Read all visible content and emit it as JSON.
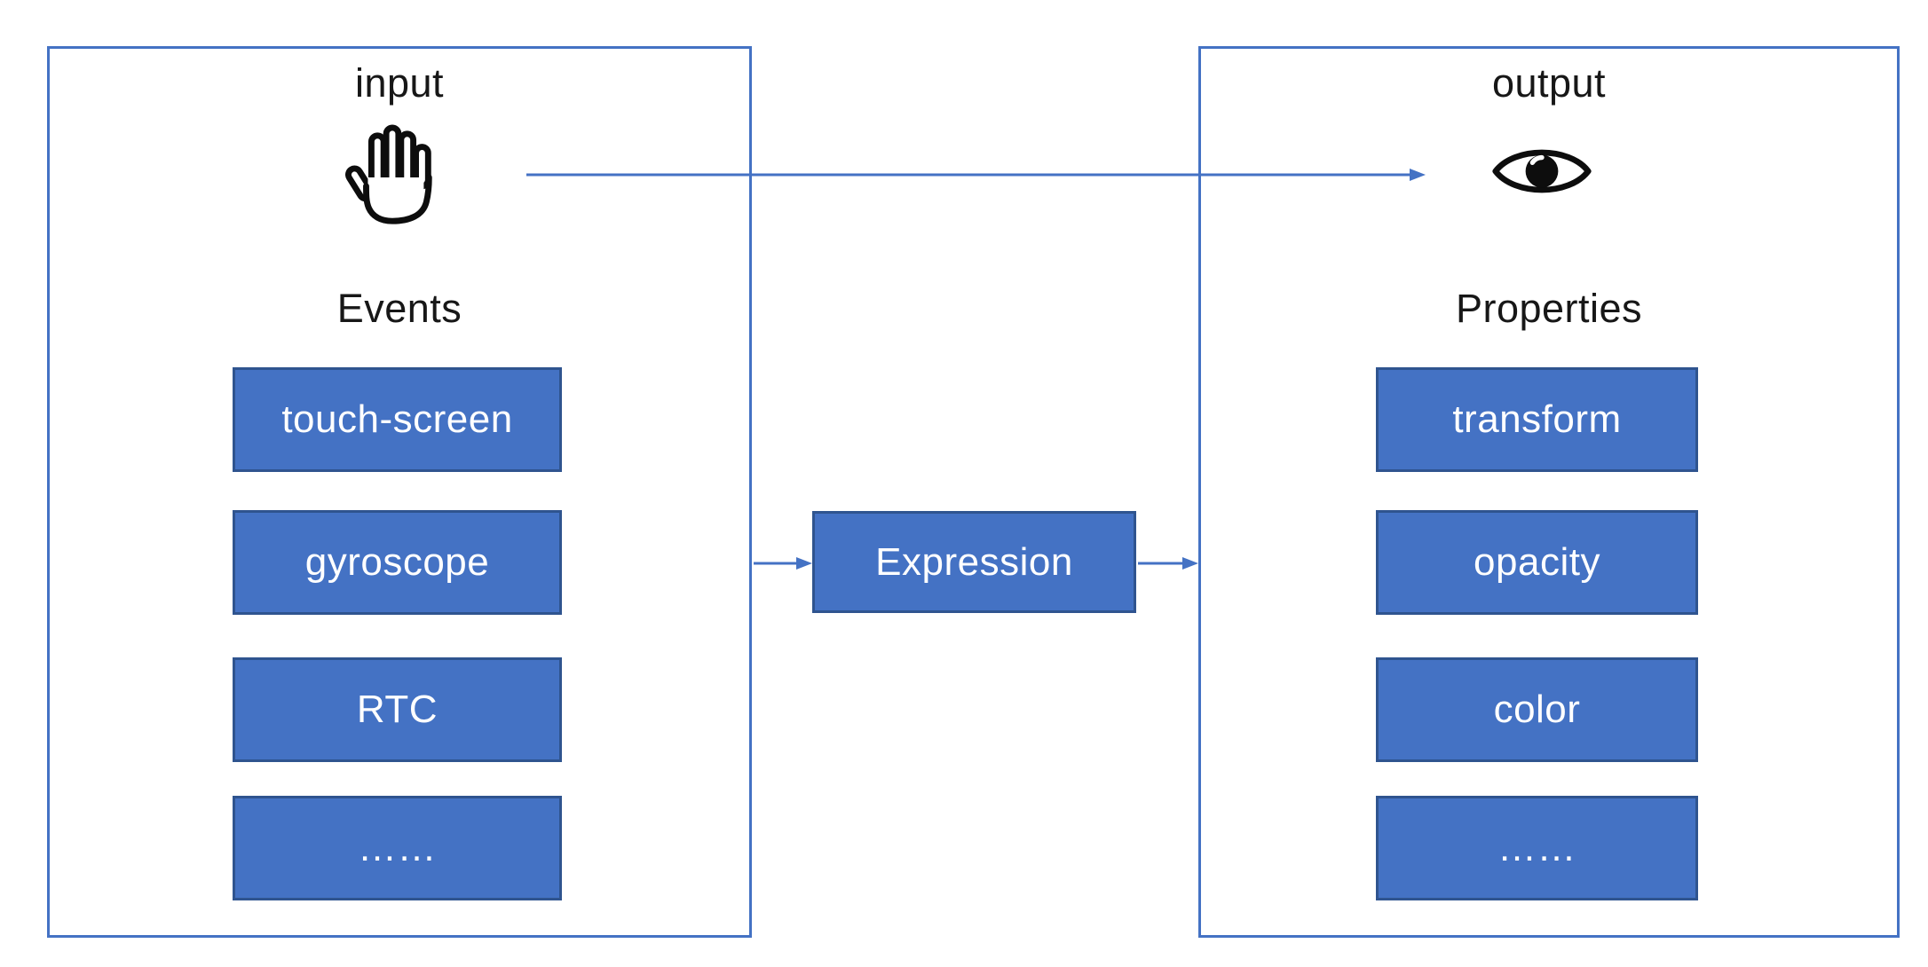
{
  "colors": {
    "accent_blue": "#4472C4",
    "box_border": "#2F548F",
    "box_text": "#FFFFFF",
    "label_text": "#171717",
    "canvas_bg": "#FFFFFF"
  },
  "input_panel": {
    "title": "input",
    "icon": "hand-icon",
    "section_label": "Events",
    "items": [
      "touch-screen",
      "gyroscope",
      "RTC",
      "……"
    ]
  },
  "output_panel": {
    "title": "output",
    "icon": "eye-icon",
    "section_label": "Properties",
    "items": [
      "transform",
      "opacity",
      "color",
      "……"
    ]
  },
  "processor": {
    "label": "Expression"
  }
}
